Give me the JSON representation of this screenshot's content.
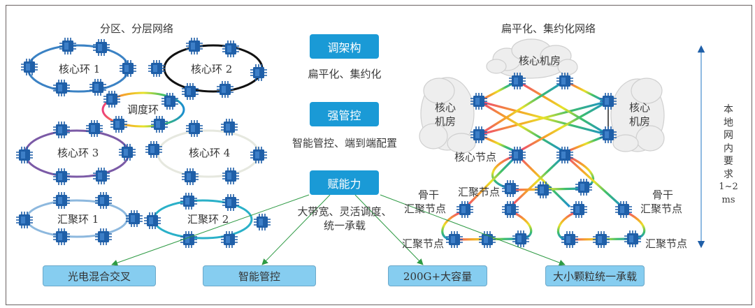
{
  "left_section": {
    "title": "分区、分层网络",
    "rings": [
      {
        "id": "core-ring-1",
        "label": "核心环 1",
        "color": "#3b82c4"
      },
      {
        "id": "core-ring-2",
        "label": "核心环 2",
        "color": "#111111"
      },
      {
        "id": "dispatch-ring",
        "label": "调度环",
        "color": "rainbow"
      },
      {
        "id": "core-ring-3",
        "label": "核心环 3",
        "color": "#7b5aa6"
      },
      {
        "id": "core-ring-4",
        "label": "核心环 4",
        "color": "#e6e8df"
      },
      {
        "id": "agg-ring-1",
        "label": "汇聚环 1",
        "color": "#8db8de"
      },
      {
        "id": "agg-ring-2",
        "label": "汇聚环 2",
        "color": "#2ab0c8"
      }
    ]
  },
  "center_section": {
    "pillars": [
      {
        "label": "调架构",
        "sub": "扁平化、集约化"
      },
      {
        "label": "强管控",
        "sub": "智能管控、端到端配置"
      },
      {
        "label": "赋能力",
        "sub_line1": "大带宽、灵活调度、",
        "sub_line2": "统一承载"
      }
    ],
    "pill_color": "#1a9ad6"
  },
  "right_section": {
    "title": "扁平化、集约化网络",
    "clouds": {
      "top": "核心机房",
      "left_line1": "核心",
      "left_line2": "机房",
      "right_line1": "核心",
      "right_line2": "机房"
    },
    "node_labels": {
      "core_node": "核心节点",
      "agg_node_mid": "汇聚节点",
      "backbone_left_line1": "骨干",
      "backbone_left_line2": "汇聚节点",
      "backbone_right_line1": "骨干",
      "backbone_right_line2": "汇聚节点",
      "agg_node_bottom_left": "汇聚节点",
      "agg_node_bottom_right": "汇聚节点"
    }
  },
  "latency": {
    "chars": [
      "本",
      "地",
      "网",
      "内",
      "要",
      "求"
    ],
    "value": "1~2 ms",
    "arrow_color": "#1f5fa8"
  },
  "capabilities": [
    {
      "label": "光电混合交叉"
    },
    {
      "label": "智能管控"
    },
    {
      "label": "200G+大容量"
    },
    {
      "label": "大小颗粒统一承载"
    }
  ],
  "colors": {
    "node": "#1f5fa8",
    "arrow": "#2e9a44",
    "box_fill": "#86cdf0",
    "frame": "#6a6262"
  }
}
